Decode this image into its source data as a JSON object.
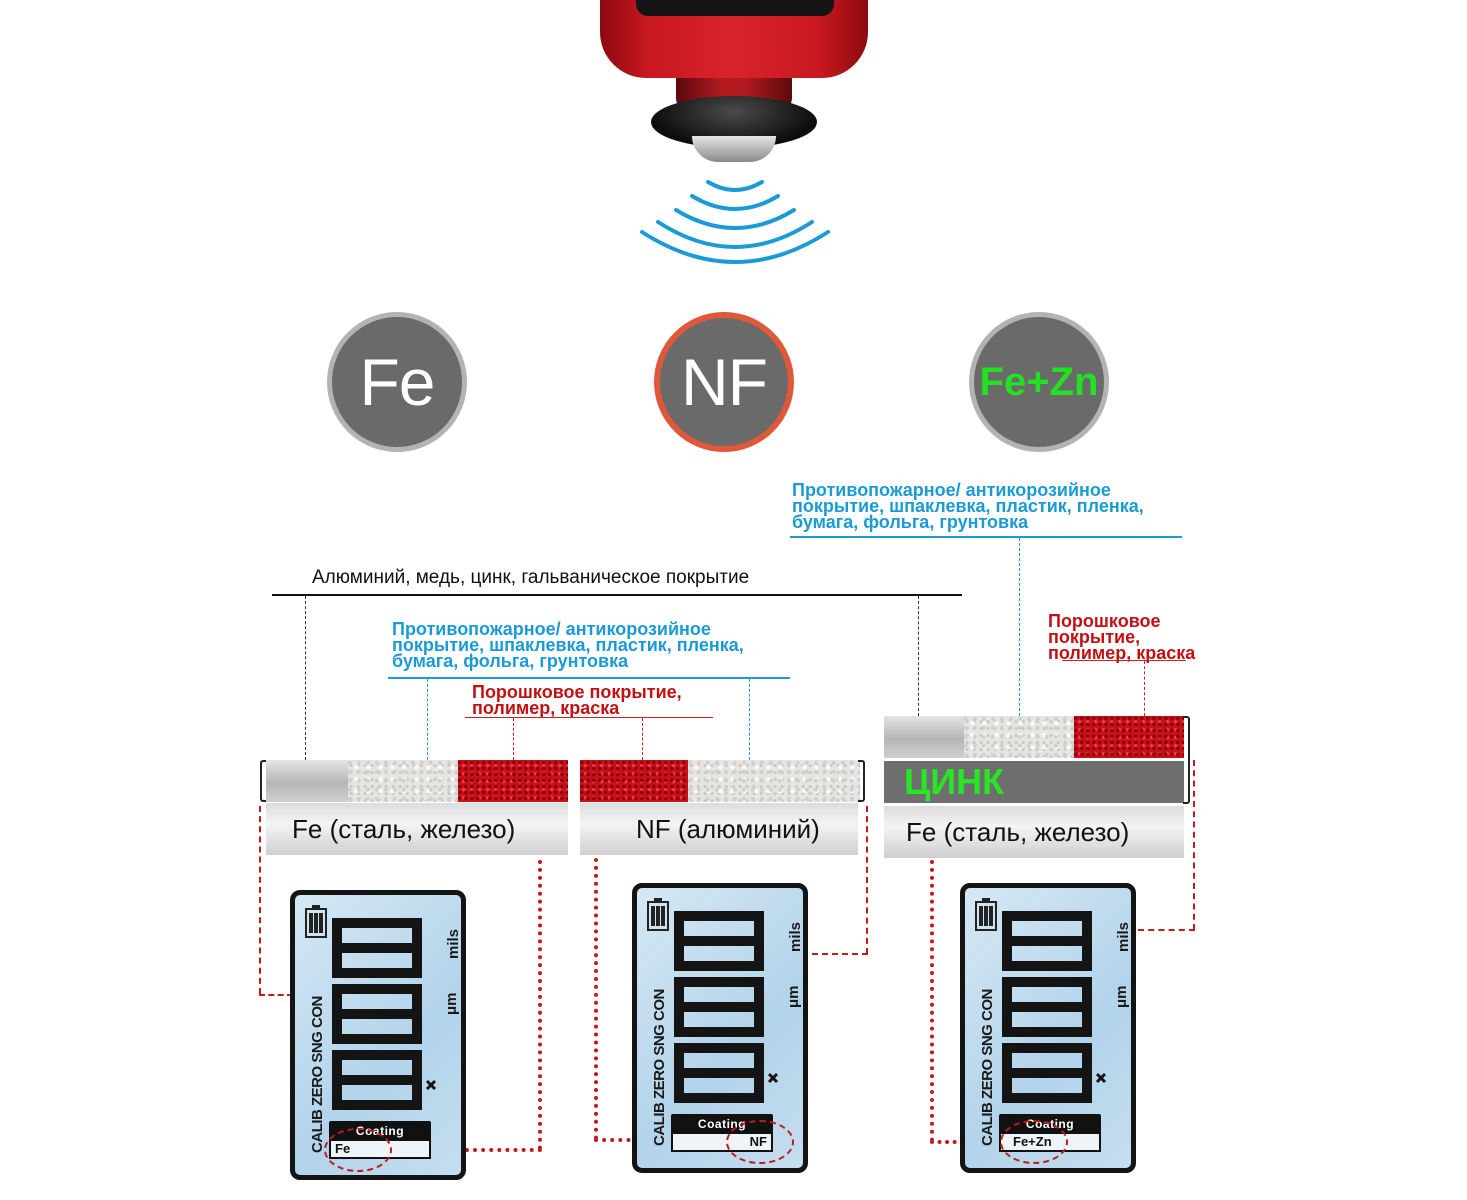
{
  "colors": {
    "device_red": "#d9232b",
    "wave_blue": "#1a9bd7",
    "label_blue": "#1a9bd7",
    "label_red": "#c41010",
    "badge_gray": "#6a6a6a",
    "nf_ring": "#e0583a",
    "zinc_green": "#27e627"
  },
  "badges": [
    {
      "label": "Fe"
    },
    {
      "label": "NF"
    },
    {
      "label": "Fe+Zn"
    }
  ],
  "annotations": {
    "nf_substrates": "Алюминий, медь, цинк, гальваническое покрытие",
    "soft_coatings_lines": [
      "Противопожарное/ антикорозийное",
      "покрытие, шпаклевка, пластик, пленка,",
      "бумага, фольга, грунтовка"
    ],
    "powder_mid_lines": [
      "Порошковое покрытие,",
      "полимер, краска"
    ],
    "soft_coatings_right_lines": [
      "Противопожарное/ антикорозийное",
      "покрытие, шпаклевка, пластик, пленка,",
      "бумага, фольга, грунтовка"
    ],
    "powder_right_lines": [
      "Порошковое",
      "покрытие,",
      "полимер, краска"
    ]
  },
  "substrates": {
    "fe_left": "Fe (сталь, железо)",
    "nf": "NF (алюминий)",
    "zinc": "ЦИНК",
    "fe_right": "Fe (сталь, железо)"
  },
  "lcd": {
    "modes": "CALIB ZERO SNG CON",
    "unit_um": "μm",
    "unit_mils": "mils",
    "coating_label": "Coating",
    "screens": [
      {
        "mode": "Fe"
      },
      {
        "mode": "NF"
      },
      {
        "mode": "Fe+Zn"
      }
    ]
  }
}
